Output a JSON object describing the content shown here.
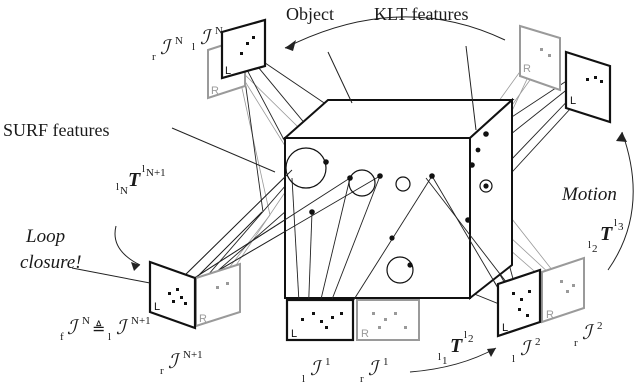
{
  "labels": {
    "object": "Object",
    "klt_features": "KLT features",
    "surf_features": "SURF features",
    "motion": "Motion",
    "loop": "Loop",
    "closure": "closure!"
  },
  "frames": {
    "left": "L",
    "right": "R"
  },
  "math": {
    "T": "T",
    "script_I": "ℐ",
    "sub_l": "l",
    "sub_r": "r",
    "sub_f": "f",
    "sup_N": "N",
    "sup_N1": "N+1",
    "sup_1": "1",
    "sup_2": "2",
    "sup_l1": "l",
    "sub_l1": "l",
    "idx_1": "1",
    "idx_2": "2",
    "idx_3": "3",
    "idx_N": "N",
    "idx_N1": "N+1",
    "def_eq": "≜"
  }
}
